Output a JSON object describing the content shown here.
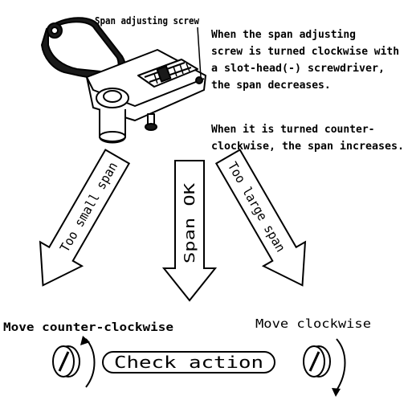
{
  "callout": {
    "label": "Span adjusting screw"
  },
  "instructions": {
    "para1": [
      "When the span adjusting",
      "screw is turned clockwise with",
      "a slot-head(-) screwdriver,",
      "the span decreases."
    ],
    "para2": [
      "When it is turned counter-",
      "clockwise, the span increases."
    ]
  },
  "arrows": {
    "left": "Too small span",
    "center": "Span OK",
    "right": "Too large span"
  },
  "actions": {
    "left": "Move counter-clockwise",
    "right": "Move clockwise",
    "check": "Check action"
  }
}
